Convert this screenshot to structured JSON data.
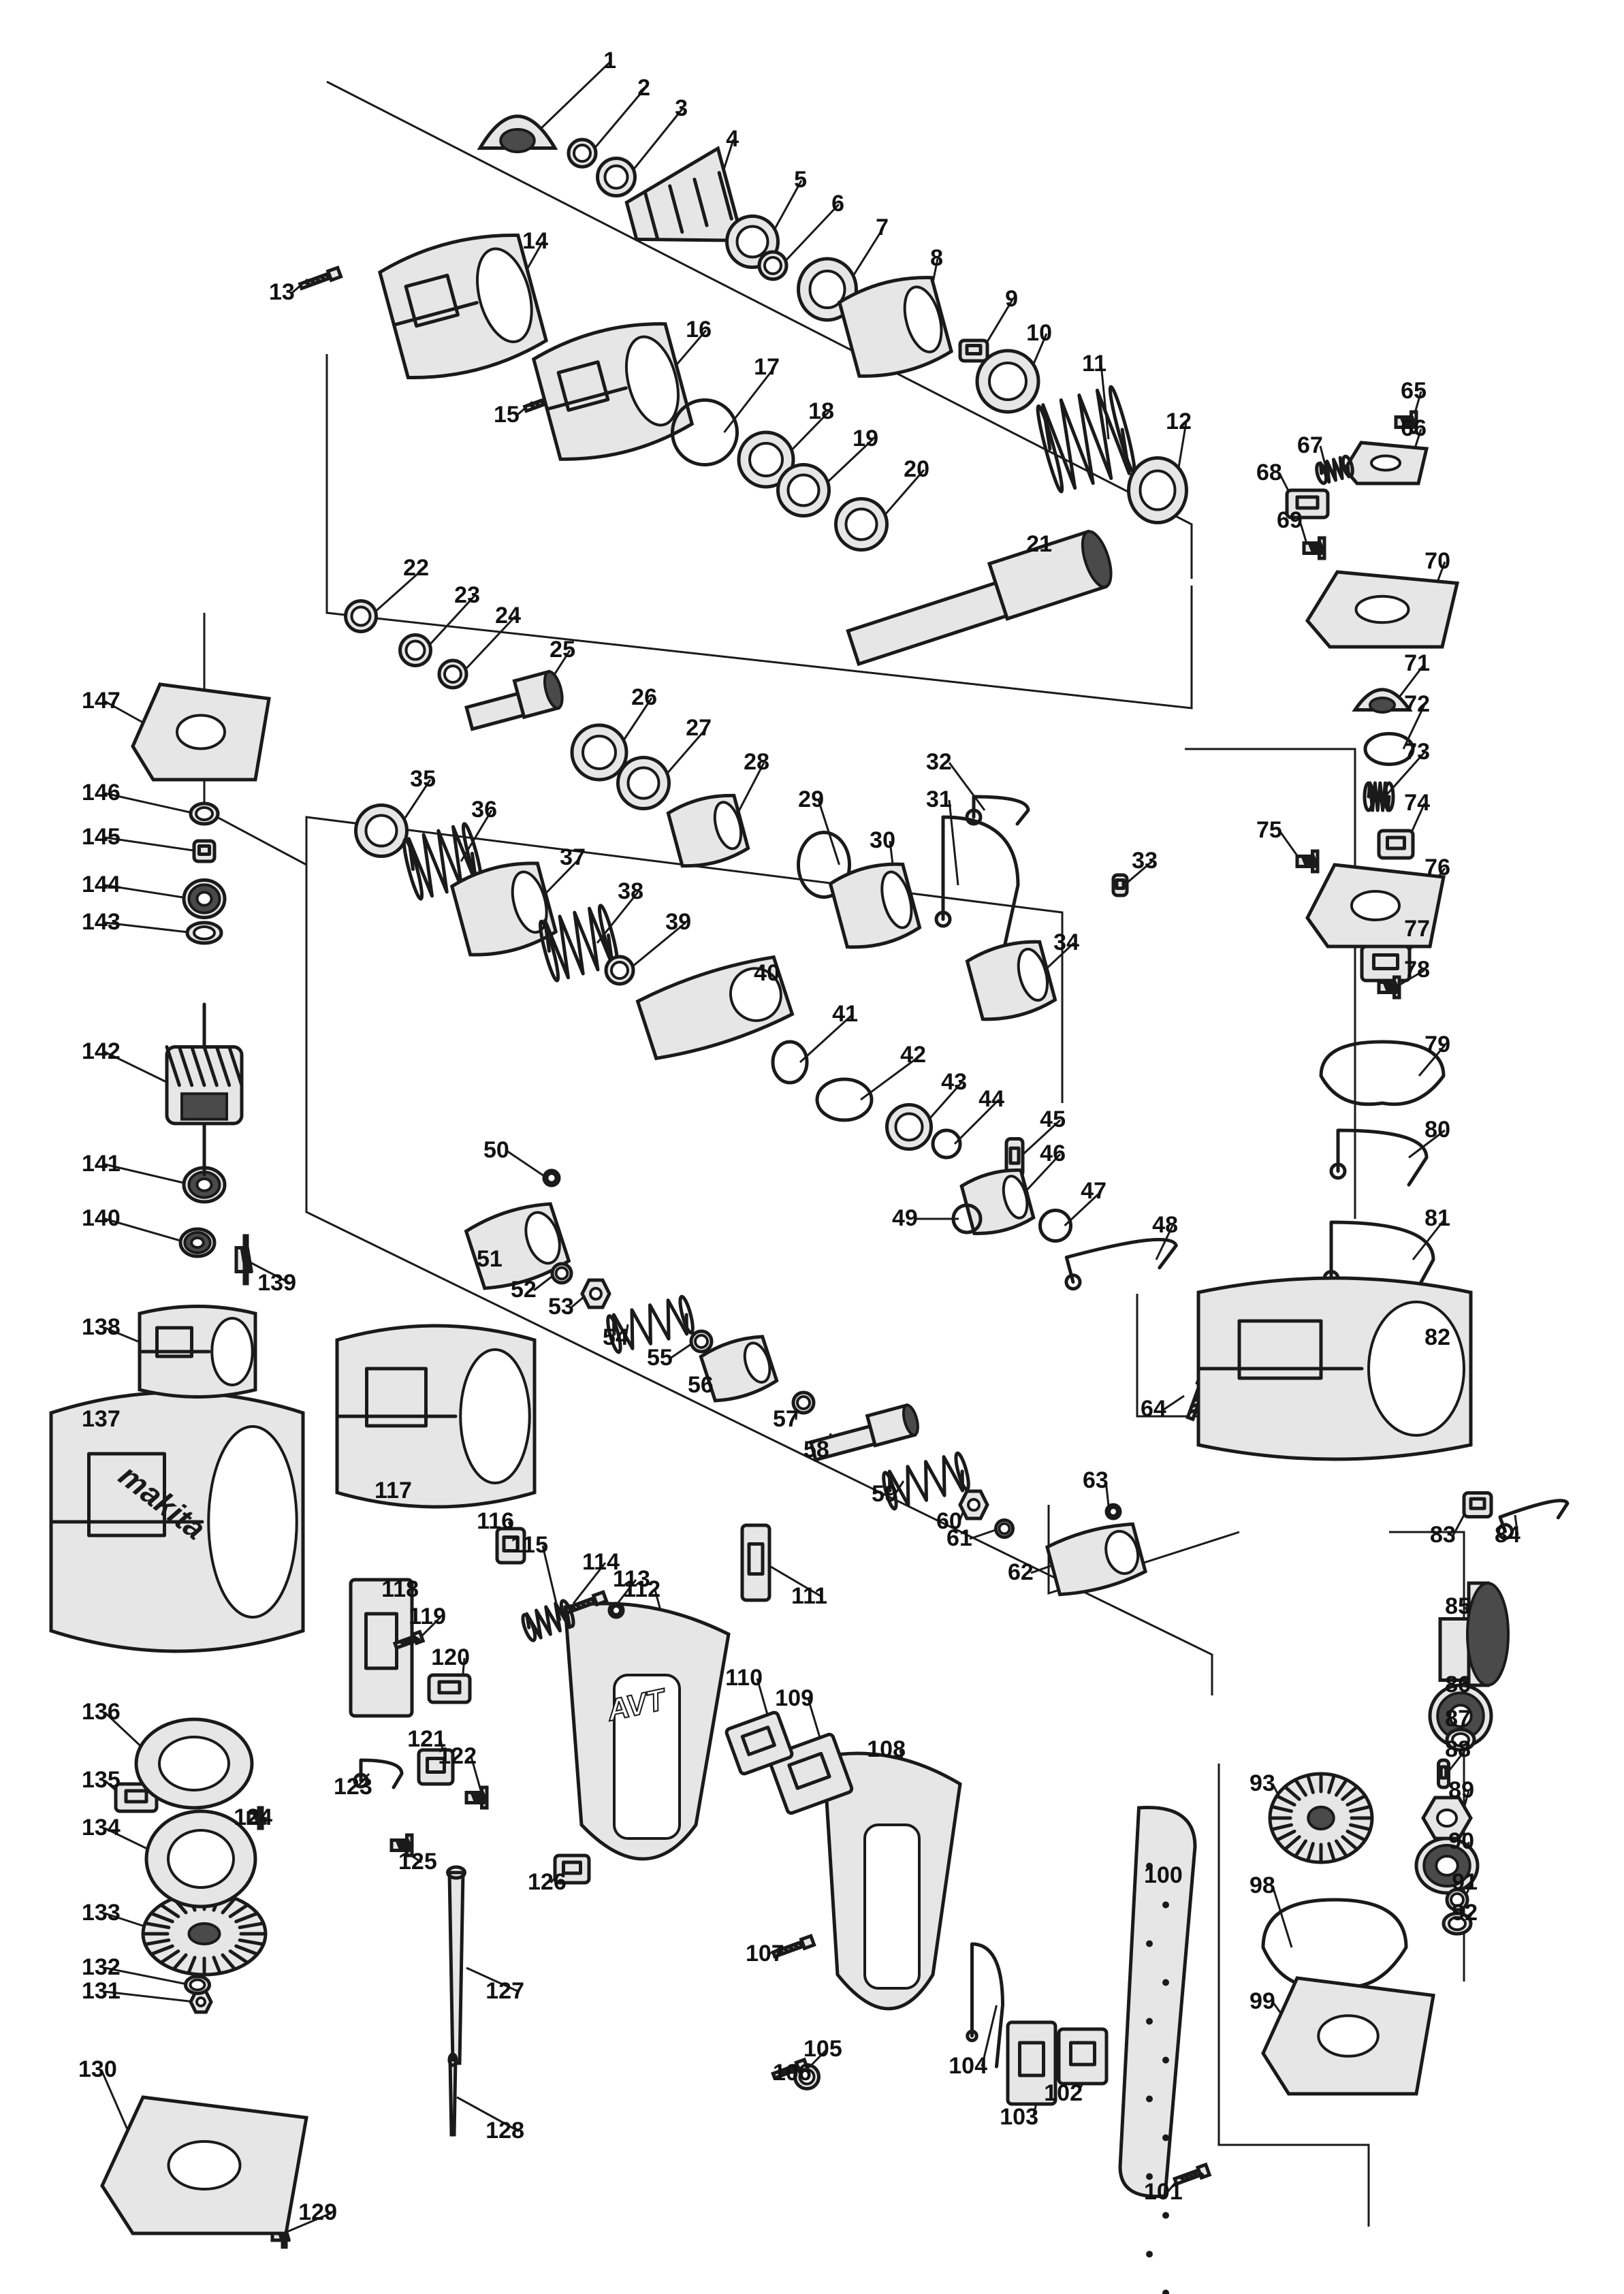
{
  "labels": [
    "1",
    "2",
    "3",
    "4",
    "5",
    "6",
    "7",
    "8",
    "9",
    "10",
    "11",
    "12",
    "13",
    "14",
    "15",
    "16",
    "17",
    "18",
    "19",
    "20",
    "21",
    "22",
    "23",
    "24",
    "25",
    "26",
    "27",
    "28",
    "29",
    "30",
    "31",
    "32",
    "33",
    "34",
    "35",
    "36",
    "37",
    "38",
    "39",
    "40",
    "41",
    "42",
    "43",
    "44",
    "45",
    "46",
    "47",
    "48",
    "49",
    "50",
    "51",
    "52",
    "53",
    "54",
    "55",
    "56",
    "57",
    "58",
    "59",
    "60",
    "61",
    "62",
    "63",
    "64",
    "65",
    "66",
    "67",
    "68",
    "69",
    "70",
    "71",
    "72",
    "73",
    "74",
    "75",
    "76",
    "77",
    "78",
    "79",
    "80",
    "81",
    "82",
    "83",
    "84",
    "85",
    "86",
    "87",
    "88",
    "89",
    "90",
    "91",
    "92",
    "93",
    "98",
    "99",
    "100",
    "101",
    "102",
    "103",
    "104",
    "105",
    "106",
    "107",
    "108",
    "109",
    "110",
    "111",
    "112",
    "113",
    "114",
    "115",
    "116",
    "117",
    "118",
    "119",
    "120",
    "121",
    "122",
    "123",
    "124",
    "125",
    "126",
    "127",
    "128",
    "129",
    "130",
    "131",
    "132",
    "133",
    "134",
    "135",
    "136",
    "137",
    "138",
    "139",
    "140",
    "141",
    "142",
    "143",
    "144",
    "145",
    "146",
    "147"
  ],
  "brand_mark": "makita",
  "avt_mark": "AVT"
}
